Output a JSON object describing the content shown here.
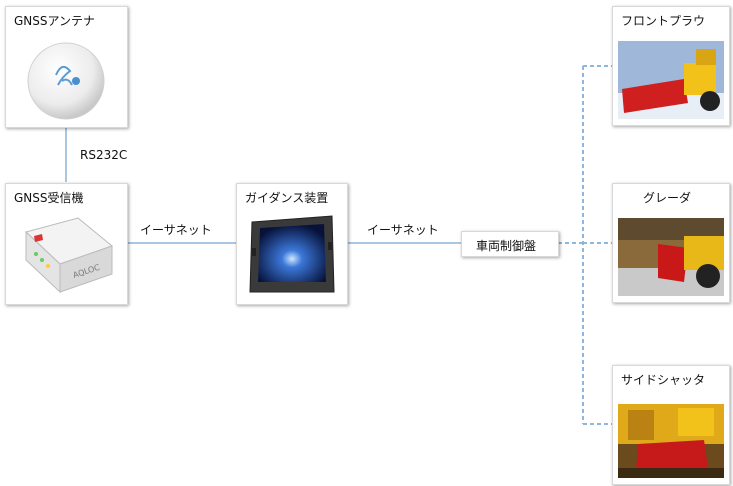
{
  "nodes": {
    "antenna": {
      "label": "GNSSアンテナ",
      "icon": "gnss-antenna-image"
    },
    "receiver": {
      "label": "GNSS受信機",
      "icon": "gnss-receiver-image",
      "device_text": "AQLOC"
    },
    "guidance": {
      "label": "ガイダンス装置",
      "icon": "tablet-image"
    },
    "control": {
      "label": "車両制御盤"
    },
    "plow": {
      "label": "フロントプラウ",
      "icon": "front-plow-image"
    },
    "grader": {
      "label": "グレーダ",
      "icon": "grader-image"
    },
    "shutter": {
      "label": "サイドシャッタ",
      "icon": "side-shutter-image"
    }
  },
  "edges": {
    "antenna_receiver": "RS232C",
    "receiver_guidance": "イーサネット",
    "guidance_control": "イーサネット"
  },
  "colors": {
    "solid_line": "#a9c6e3",
    "dashed_line": "#8fb6db"
  }
}
